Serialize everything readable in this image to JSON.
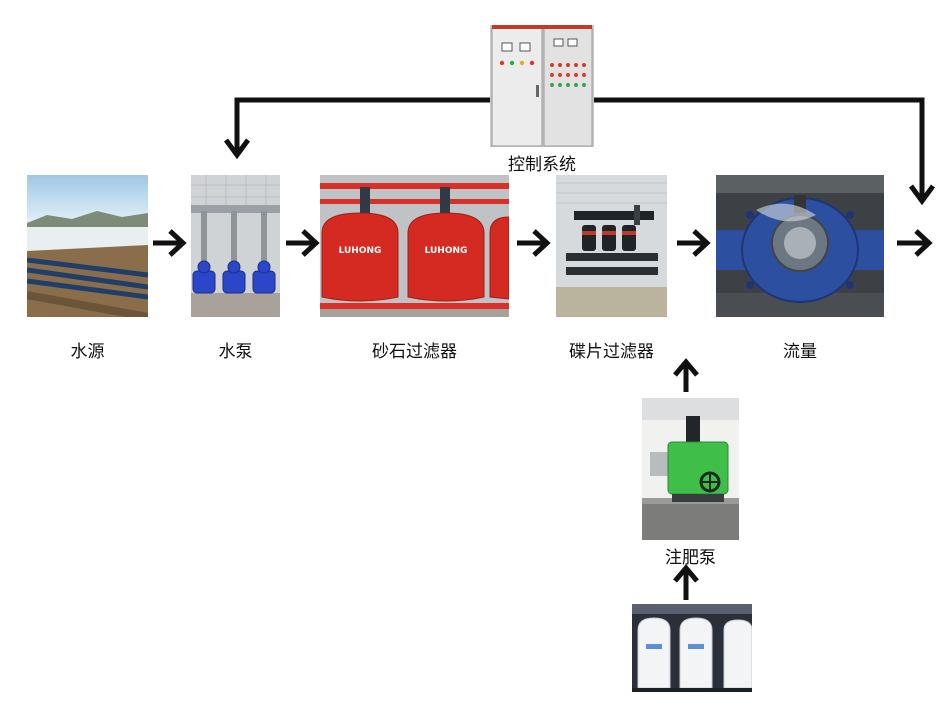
{
  "nodes": {
    "control": {
      "label": "控制系统"
    },
    "water_source": {
      "label": "水源"
    },
    "pump": {
      "label": "水泵"
    },
    "sand_filter": {
      "label": "砂石过滤器",
      "brand": "LUHONG"
    },
    "disc_filter": {
      "label": "碟片过滤器"
    },
    "flow": {
      "label": "流量"
    },
    "fert_pump": {
      "label": "注肥泵"
    },
    "tanks": {
      "label": ""
    }
  },
  "colors": {
    "arrow": "#111111",
    "cabinet": "#e4e4e4",
    "tank_red": "#d42a22",
    "pump_blue": "#2b46c8",
    "fert_green": "#3fbf4a",
    "meter_blue": "#2d4fa0"
  }
}
